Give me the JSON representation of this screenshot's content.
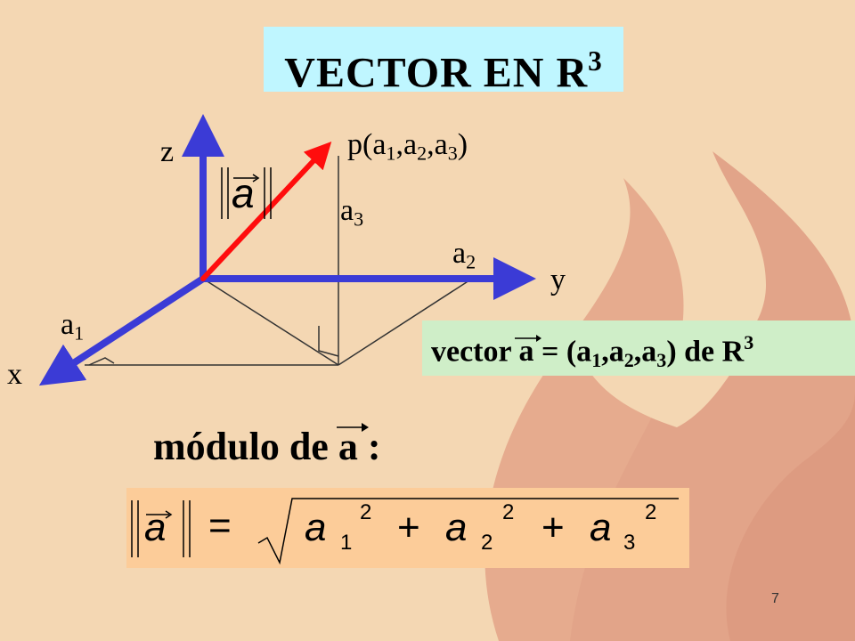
{
  "slide": {
    "title": "VECTOR EN R",
    "title_exp": "3",
    "page_number": "7"
  },
  "diagram": {
    "axis_z": "z",
    "axis_y": "y",
    "axis_x": "x",
    "point_label": "p(a",
    "point_sub1": "1",
    "point_sep1": ",a",
    "point_sub2": "2",
    "point_sep2": ",a",
    "point_sub3": "3",
    "point_close": ")",
    "a1_base": "a",
    "a1_sub": "1",
    "a2_base": "a",
    "a2_sub": "2",
    "a3_base": "a",
    "a3_sub": "3",
    "norm_symbol": "a",
    "colors": {
      "axis": "#3b3bd6",
      "vector": "#ff0d0d",
      "lines": "#333333"
    }
  },
  "vector_def": {
    "prefix": "vector ",
    "var": "a",
    "eq": " = (a",
    "sub1": "1",
    "sep1": ",a",
    "sub2": "2",
    "sep2": ",a",
    "sub3": "3",
    "close": ") de  R",
    "exp": "3"
  },
  "modulo": {
    "prefix": "módulo de   ",
    "var": "a",
    "suffix": " :"
  },
  "formula": {
    "lhs_var": "a",
    "equals": "=",
    "t1_var": "a",
    "t1_sub": "1",
    "t1_exp": "2",
    "plus1": "+",
    "t2_var": "a",
    "t2_sub": "2",
    "t2_exp": "2",
    "plus2": "+",
    "t3_var": "a",
    "t3_sub": "3",
    "t3_exp": "2"
  }
}
